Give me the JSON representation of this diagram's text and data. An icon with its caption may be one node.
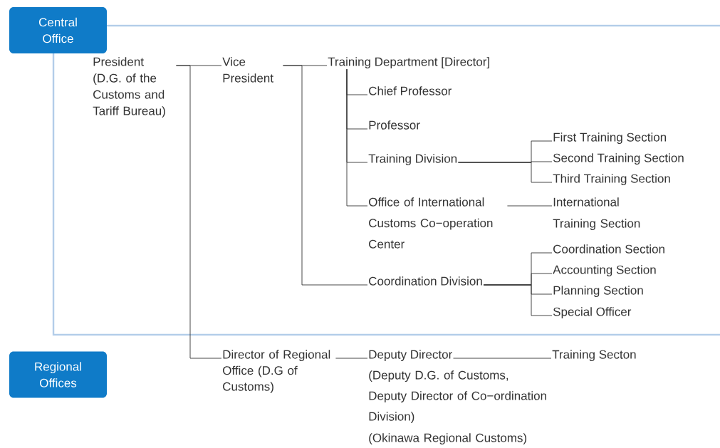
{
  "diagram": {
    "nodes": [
      {
        "text": [
          "Central Office"
        ]
      },
      {
        "text": [
          "Regional Offices"
        ]
      },
      {
        "text": [
          "President (D.G. of the Customs and Tariff Bureau)"
        ]
      },
      {
        "text": [
          "Vice President"
        ]
      },
      {
        "text": [
          "Training Department [Director]"
        ]
      },
      {
        "text": [
          "Chief Professor"
        ]
      },
      {
        "text": [
          "Professor"
        ]
      },
      {
        "text": [
          "Training Division"
        ]
      },
      {
        "text": [
          "First Training Section"
        ]
      },
      {
        "text": [
          "Second Training Section"
        ]
      },
      {
        "text": [
          "Third Training Section"
        ]
      },
      {
        "text": [
          "Office of International Customs Co−operation Center"
        ]
      },
      {
        "text": [
          "International Training Section"
        ]
      },
      {
        "text": [
          "Coordination Division"
        ]
      },
      {
        "text": [
          "Coordination Section"
        ]
      },
      {
        "text": [
          "Accounting Section"
        ]
      },
      {
        "text": [
          "Planning Section"
        ]
      },
      {
        "text": [
          "Special Officer"
        ]
      },
      {
        "text": [
          "Director of Regional Office (D.G of Customs)"
        ]
      },
      {
        "text": [
          "Deputy Director"
        ],
        "beside": [
          "(Deputy D.G. of Customs, Deputy Director of Co−ordination Division)",
          "(Okinawa Regional Customs)"
        ]
      },
      {
        "text": [
          "Training Secton"
        ]
      }
    ],
    "edges": [
      {
        "from": 2,
        "to": 3,
        "arrow": "none"
      },
      {
        "from": 3,
        "to": 4,
        "arrow": "none"
      },
      {
        "from": 3,
        "to": 13,
        "arrow": "none"
      },
      {
        "from": 4,
        "to": 5,
        "arrow": "none"
      },
      {
        "from": 4,
        "to": 6,
        "arrow": "none"
      },
      {
        "from": 4,
        "to": 7,
        "arrow": "none"
      },
      {
        "from": 4,
        "to": 11,
        "arrow": "none"
      },
      {
        "from": 7,
        "to": 8,
        "arrow": "none"
      },
      {
        "from": 7,
        "to": 9,
        "arrow": "none"
      },
      {
        "from": 7,
        "to": 10,
        "arrow": "none"
      },
      {
        "from": 11,
        "to": 12,
        "arrow": "none"
      },
      {
        "from": 13,
        "to": 14,
        "arrow": "none"
      },
      {
        "from": 13,
        "to": 15,
        "arrow": "none"
      },
      {
        "from": 13,
        "to": 16,
        "arrow": "none"
      },
      {
        "from": 13,
        "to": 17,
        "arrow": "none"
      },
      {
        "from": 2,
        "to": 18,
        "arrow": "none"
      },
      {
        "from": 18,
        "to": 19,
        "arrow": "none"
      },
      {
        "from": 19,
        "to": 20,
        "arrow": "none"
      }
    ]
  }
}
